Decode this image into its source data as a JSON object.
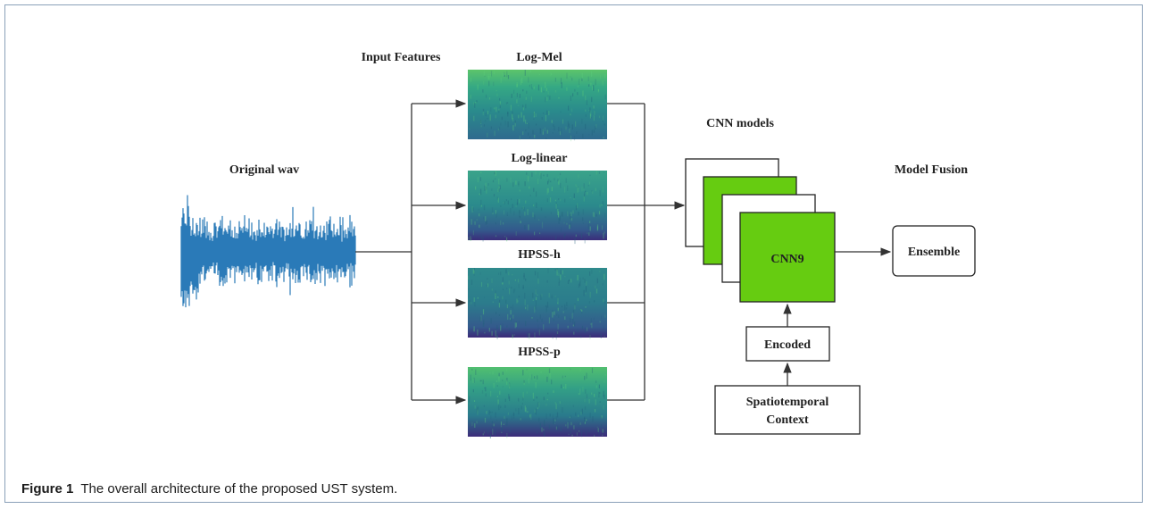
{
  "diagram": {
    "input_features_label": "Input Features",
    "original_wav_label": "Original wav",
    "features": [
      {
        "label": "Log-Mel"
      },
      {
        "label": "Log-linear"
      },
      {
        "label": "HPSS-h"
      },
      {
        "label": "HPSS-p"
      }
    ],
    "cnn_models_label": "CNN models",
    "cnn_model_label": "CNN9",
    "model_fusion_label": "Model Fusion",
    "ensemble_label": "Ensemble",
    "encoded_label": "Encoded",
    "context_label_line1": "Spatiotemporal",
    "context_label_line2": "Context",
    "colors": {
      "waveform": "#2a7ab8",
      "cnn_green": "#66cc11",
      "spectrogram_top": "#3aa880",
      "spectrogram_mid": "#2c8a8a",
      "spectrogram_bottom": "#3a2d7a"
    }
  },
  "caption": {
    "figure_label": "Figure 1",
    "text": "The overall architecture of the proposed UST system."
  }
}
